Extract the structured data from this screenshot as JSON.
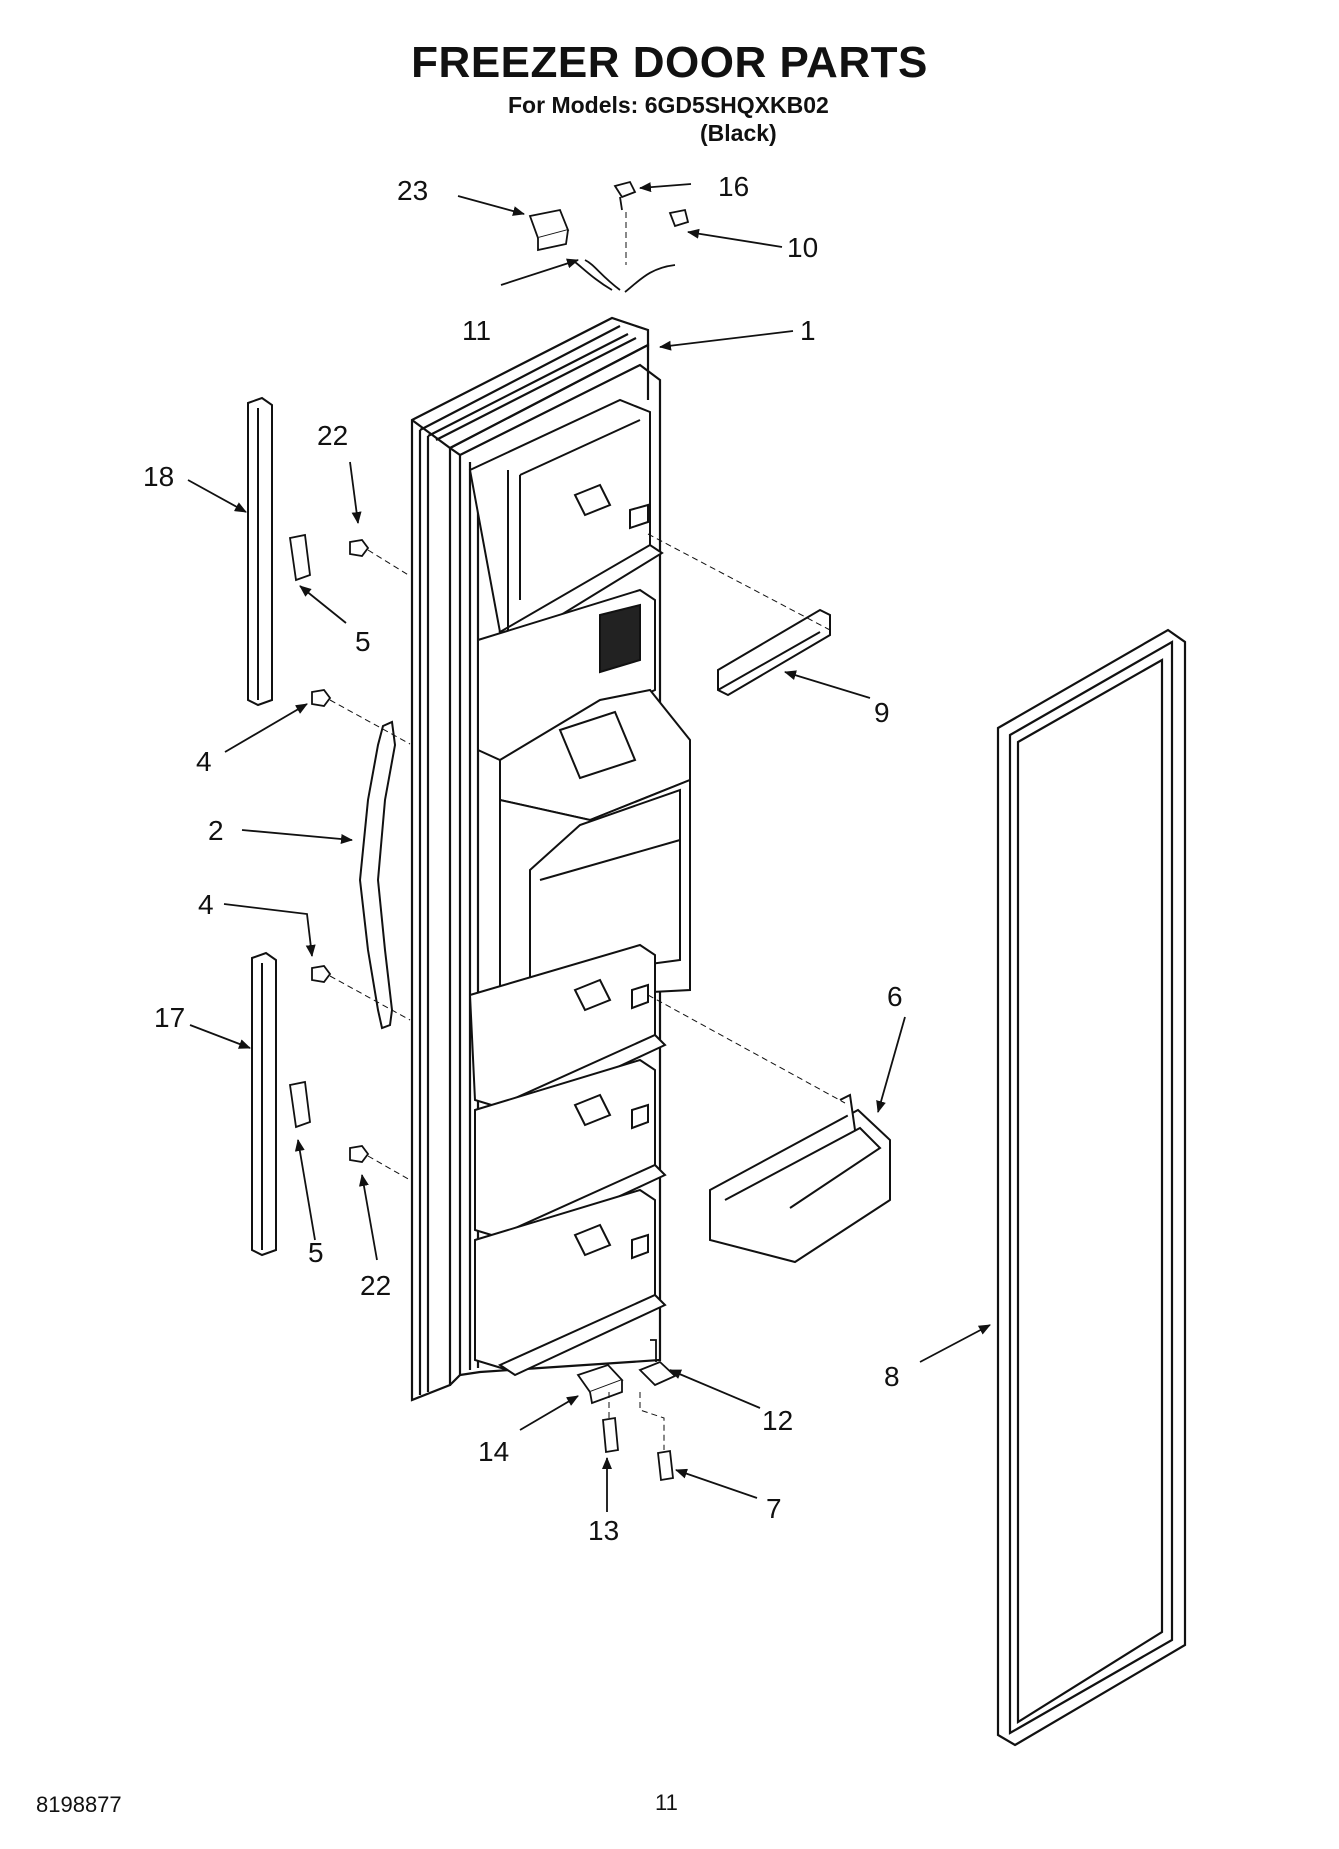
{
  "header": {
    "title": "FREEZER DOOR PARTS",
    "subtitle": "For Models: 6GD5SHQXKB02",
    "variant": "(Black)"
  },
  "footer": {
    "doc_number": "8198877",
    "page_number": "11"
  },
  "callouts": {
    "c1": "1",
    "c2": "2",
    "c4a": "4",
    "c4b": "4",
    "c5a": "5",
    "c5b": "5",
    "c6": "6",
    "c7": "7",
    "c8": "8",
    "c9": "9",
    "c10": "10",
    "c11": "11",
    "c12": "12",
    "c13": "13",
    "c14": "14",
    "c16": "16",
    "c17": "17",
    "c18": "18",
    "c22a": "22",
    "c22b": "22",
    "c23": "23"
  }
}
